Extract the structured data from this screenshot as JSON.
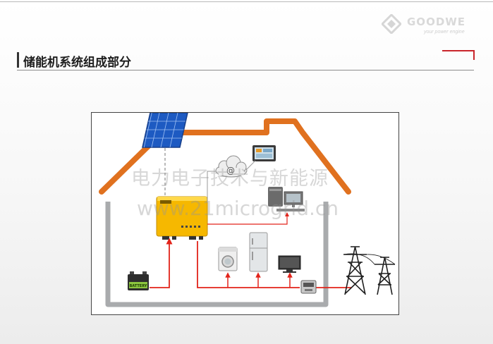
{
  "header": {
    "brand": "GOODWE",
    "tagline": "your power engine",
    "title": "储能机系统组成部分"
  },
  "watermark": {
    "cn": "电力电子技术与新能源",
    "url": "www.21microgrid.cn"
  },
  "diagram": {
    "cloud_label": "@",
    "battery_label": "BATTERY"
  },
  "colors": {
    "roof": "#e0711f",
    "wall": "#a9abad",
    "inverter": "#f6b800",
    "power_line": "#e2231a",
    "data_line": "#999999",
    "accent": "#c9252b"
  }
}
